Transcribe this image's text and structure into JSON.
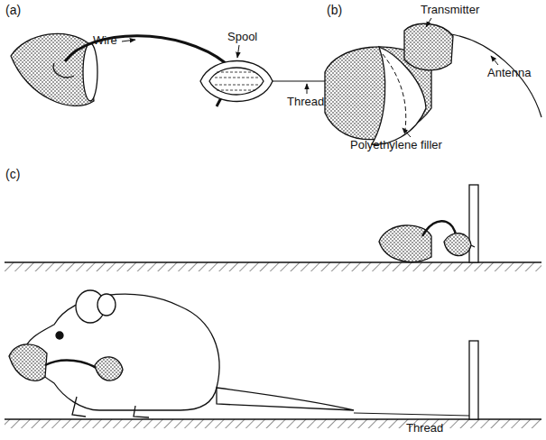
{
  "diagram": {
    "labels": [
      "(a)",
      "Wire",
      "Spool",
      "Thread",
      "(b)",
      "Transmitter",
      "Antenna",
      "Polyethylene filler",
      "(c)",
      "Thread"
    ]
  }
}
